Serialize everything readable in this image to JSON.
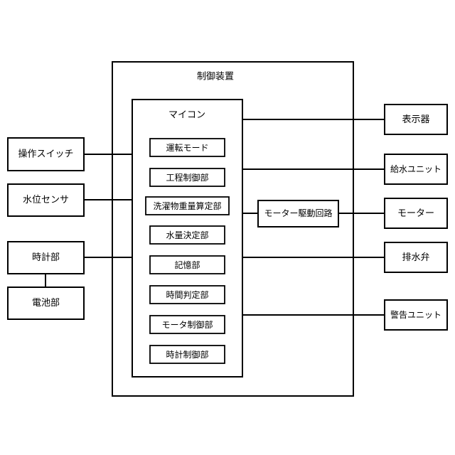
{
  "diagram": {
    "title": "制御装置",
    "inner_title": "マイコン",
    "inputs": [
      {
        "id": "operation-switch",
        "label": "操作スイッチ"
      },
      {
        "id": "water-level-sensor",
        "label": "水位センサ"
      },
      {
        "id": "clock-unit",
        "label": "時計部"
      },
      {
        "id": "battery-unit",
        "label": "電池部"
      }
    ],
    "micon_modules": [
      {
        "id": "operation-mode",
        "label": "運転モード"
      },
      {
        "id": "process-control",
        "label": "工程制御部"
      },
      {
        "id": "laundry-weight-calc",
        "label": "洗濯物重量算定部"
      },
      {
        "id": "water-amount-decision",
        "label": "水量決定部"
      },
      {
        "id": "memory",
        "label": "記憶部"
      },
      {
        "id": "time-judgement",
        "label": "時間判定部"
      },
      {
        "id": "motor-control",
        "label": "モータ制御部"
      },
      {
        "id": "clock-control",
        "label": "時計制御部"
      }
    ],
    "intermediate": [
      {
        "id": "motor-drive-circuit",
        "label": "モーター駆動回路"
      }
    ],
    "outputs": [
      {
        "id": "display",
        "label": "表示器"
      },
      {
        "id": "water-supply-unit",
        "label": "給水ユニット"
      },
      {
        "id": "motor",
        "label": "モーター"
      },
      {
        "id": "drain-valve",
        "label": "排水弁"
      },
      {
        "id": "warning-unit",
        "label": "警告ユニット"
      }
    ],
    "colors": {
      "line": "#000000",
      "background": "#ffffff",
      "text": "#000000"
    }
  }
}
